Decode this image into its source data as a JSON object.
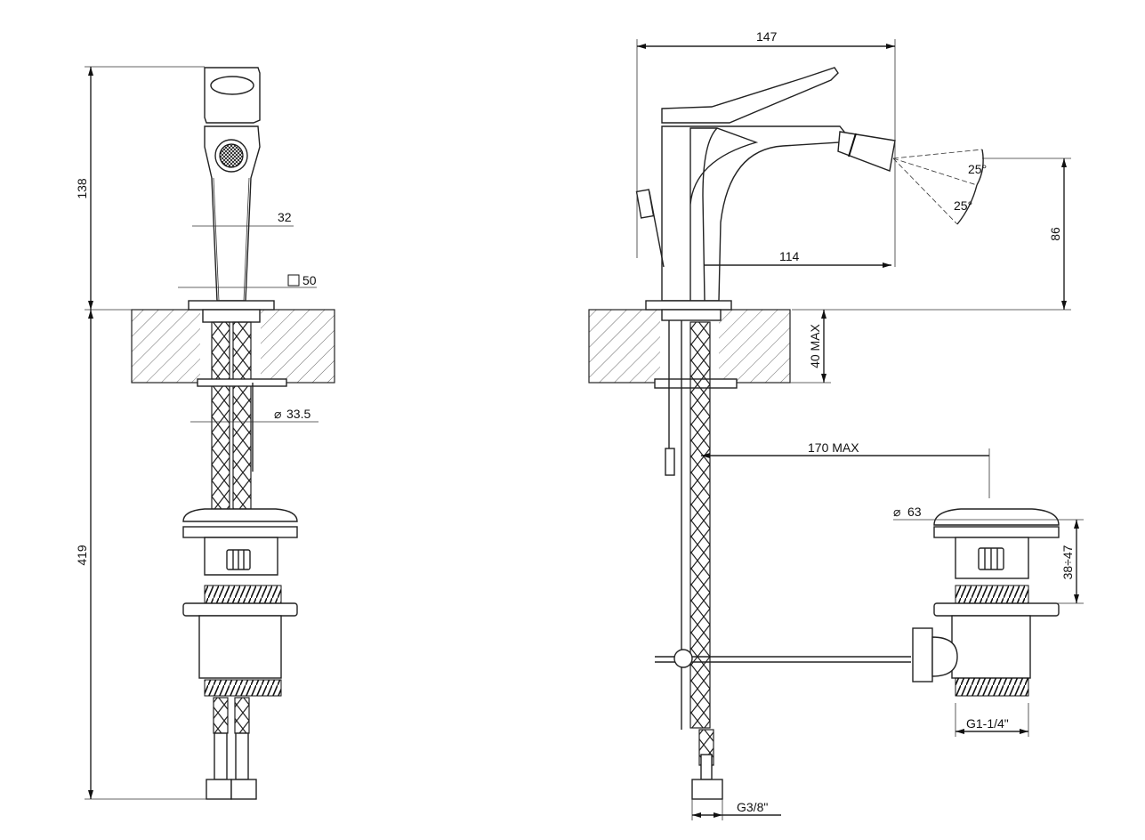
{
  "dims": {
    "front_height_top": "138",
    "front_height_bottom": "419",
    "spout_width": "32",
    "base_square": "50",
    "hole_diameter": "33.5",
    "overall_width": "147",
    "spout_reach": "114",
    "spout_height": "86",
    "angle_1": "25°",
    "angle_2": "25°",
    "deck_thickness": "40 MAX",
    "drain_distance": "170 MAX",
    "drain_diameter": "63",
    "drain_range": "38÷47",
    "drain_thread": "G1-1/4\"",
    "hose_thread": "G3/8\""
  }
}
